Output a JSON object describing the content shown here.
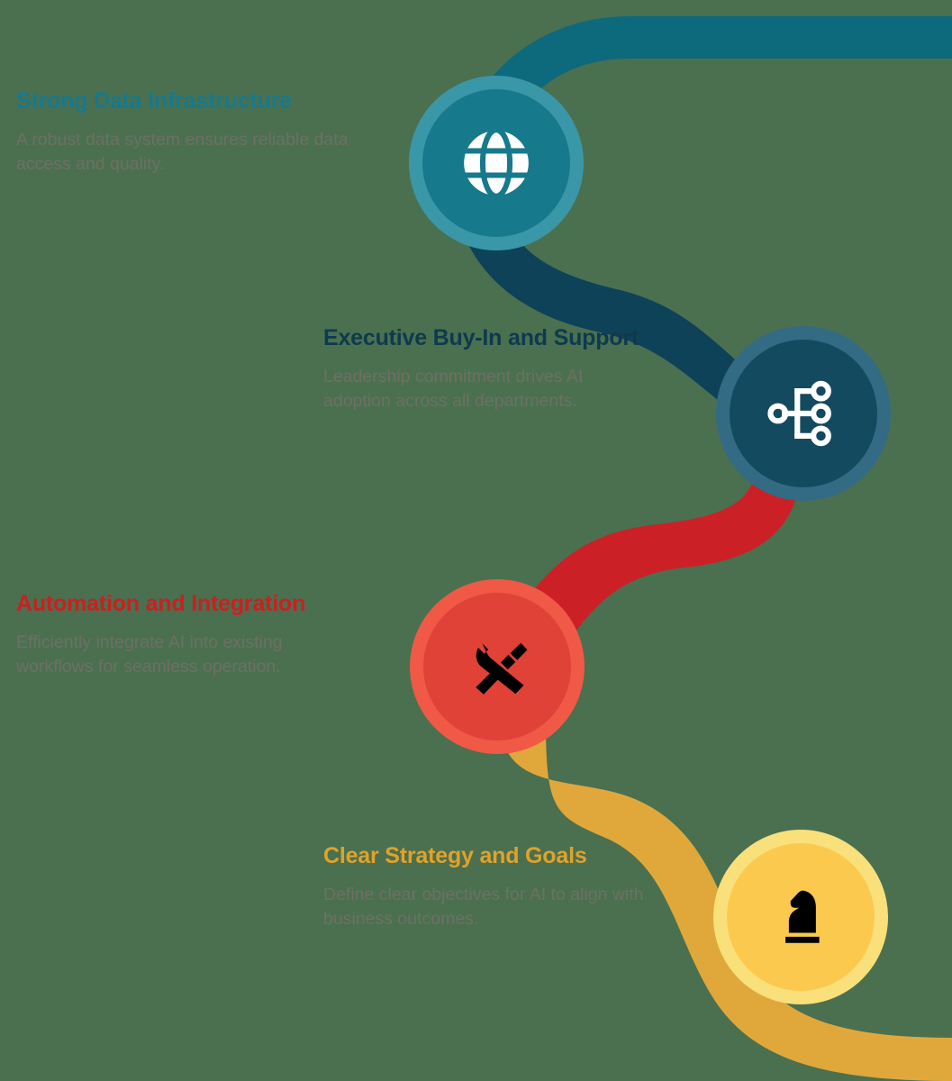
{
  "background_color": "#4a7050",
  "steps": [
    {
      "id": "strong-data-infrastructure",
      "title": "Strong Data Infrastructure",
      "description": "A robust data system ensures reliable data access and quality.",
      "title_color": "#17798c",
      "ring_color": "#3a97a8",
      "core_color": "#17798c",
      "ribbon_color": "#0d697c",
      "icon": "globe-icon",
      "icon_color": "#ffffff"
    },
    {
      "id": "executive-buy-in-and-support",
      "title": "Executive Buy-In and Support",
      "description": "Leadership commitment drives AI adoption across all departments.",
      "title_color": "#0e3a4e",
      "ring_color": "#336b85",
      "core_color": "#134a60",
      "ribbon_color": "#0e4259",
      "icon": "hierarchy-icon",
      "icon_color": "#ffffff"
    },
    {
      "id": "automation-and-integration",
      "title": "Automation and Integration",
      "description": "Efficiently integrate AI into existing workflows for seamless operation.",
      "title_color": "#cc1f1f",
      "ring_color": "#ef5945",
      "core_color": "#e04237",
      "ribbon_color": "#cc2027",
      "icon": "tools-icon",
      "icon_color": "#000000"
    },
    {
      "id": "clear-strategy-and-goals",
      "title": "Clear Strategy and Goals",
      "description": "Define clear objectives for AI to align with business outcomes.",
      "title_color": "#e0a229",
      "ring_color": "#fae07a",
      "core_color": "#fbc94e",
      "ribbon_color": "#e0a83a",
      "icon": "chess-knight-icon",
      "icon_color": "#000000"
    }
  ]
}
